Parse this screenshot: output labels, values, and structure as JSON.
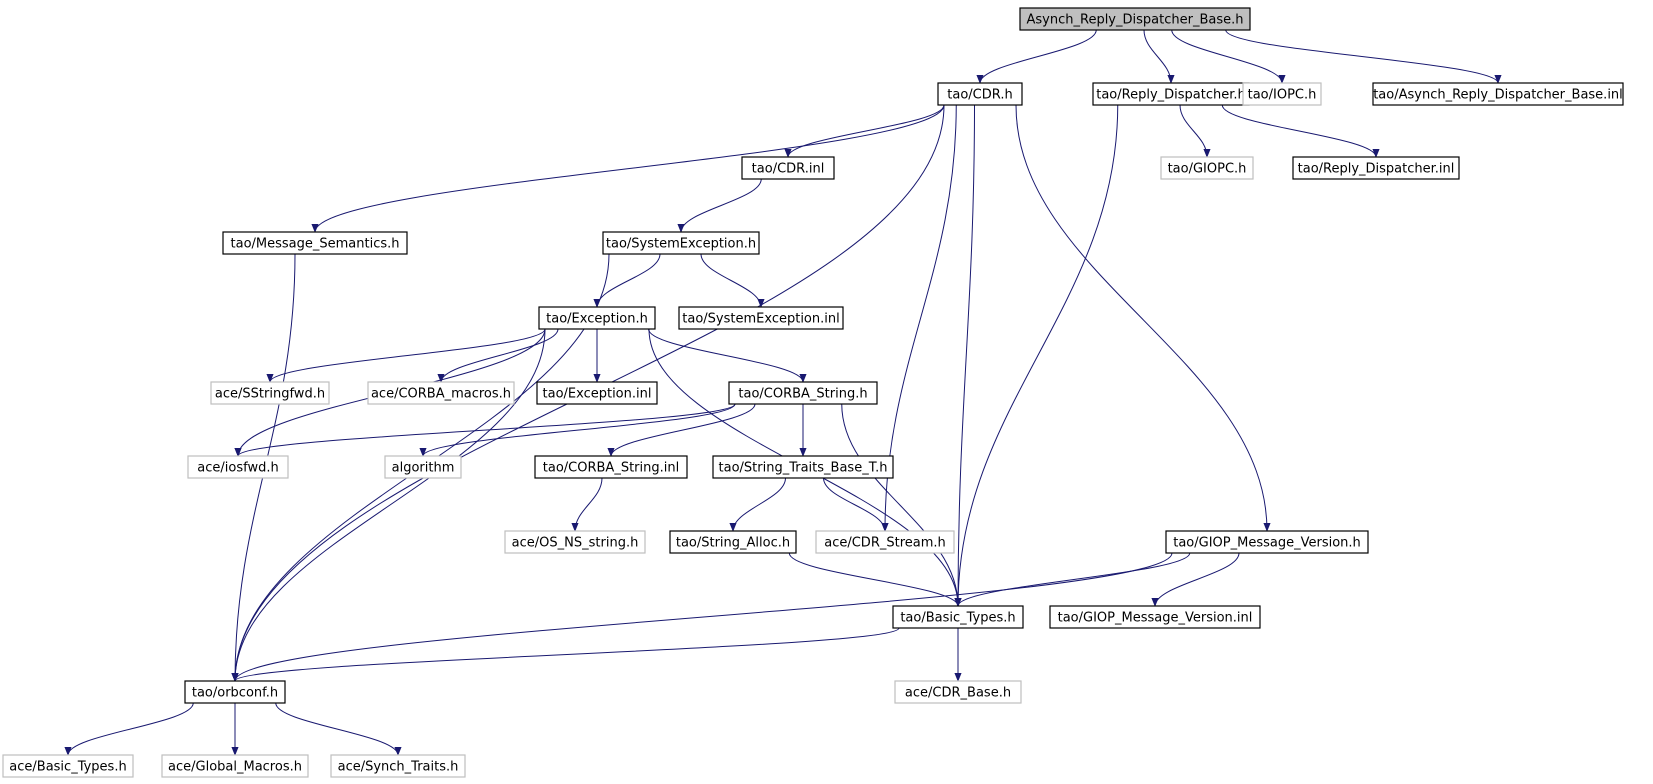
{
  "colors": {
    "edge": "#191970",
    "node_border": "#000000",
    "node_border_missing": "#bfbfbf",
    "root_fill": "#bfbfbf",
    "node_fill": "#ffffff",
    "text": "#000000"
  },
  "nodes": [
    {
      "id": "root",
      "label": "Asynch_Reply_Dispatcher_Base.h",
      "kind": "root"
    },
    {
      "id": "cdr_h",
      "label": "tao/CDR.h",
      "kind": "normal"
    },
    {
      "id": "reply_disp_h",
      "label": "tao/Reply_Dispatcher.h",
      "kind": "normal"
    },
    {
      "id": "iopc_h",
      "label": "tao/IOPC.h",
      "kind": "missing"
    },
    {
      "id": "asynch_inl",
      "label": "tao/Asynch_Reply_Dispatcher_Base.inl",
      "kind": "normal"
    },
    {
      "id": "giopc_h",
      "label": "tao/GIOPC.h",
      "kind": "missing"
    },
    {
      "id": "reply_disp_inl",
      "label": "tao/Reply_Dispatcher.inl",
      "kind": "normal"
    },
    {
      "id": "cdr_inl",
      "label": "tao/CDR.inl",
      "kind": "normal"
    },
    {
      "id": "msg_sem_h",
      "label": "tao/Message_Semantics.h",
      "kind": "normal"
    },
    {
      "id": "sysexc_h",
      "label": "tao/SystemException.h",
      "kind": "normal"
    },
    {
      "id": "exception_h",
      "label": "tao/Exception.h",
      "kind": "normal"
    },
    {
      "id": "sysexc_inl",
      "label": "tao/SystemException.inl",
      "kind": "normal"
    },
    {
      "id": "sstringfwd_h",
      "label": "ace/SStringfwd.h",
      "kind": "missing"
    },
    {
      "id": "corba_macros_h",
      "label": "ace/CORBA_macros.h",
      "kind": "missing"
    },
    {
      "id": "exception_inl",
      "label": "tao/Exception.inl",
      "kind": "normal"
    },
    {
      "id": "corba_string_h",
      "label": "tao/CORBA_String.h",
      "kind": "normal"
    },
    {
      "id": "iosfwd_h",
      "label": "ace/iosfwd.h",
      "kind": "missing"
    },
    {
      "id": "algorithm",
      "label": "algorithm",
      "kind": "missing"
    },
    {
      "id": "corba_string_inl",
      "label": "tao/CORBA_String.inl",
      "kind": "normal"
    },
    {
      "id": "string_traits_h",
      "label": "tao/String_Traits_Base_T.h",
      "kind": "normal"
    },
    {
      "id": "os_ns_string_h",
      "label": "ace/OS_NS_string.h",
      "kind": "missing"
    },
    {
      "id": "string_alloc_h",
      "label": "tao/String_Alloc.h",
      "kind": "normal"
    },
    {
      "id": "cdr_stream_h",
      "label": "ace/CDR_Stream.h",
      "kind": "missing"
    },
    {
      "id": "giop_ver_h",
      "label": "tao/GIOP_Message_Version.h",
      "kind": "normal"
    },
    {
      "id": "basic_types_h",
      "label": "tao/Basic_Types.h",
      "kind": "normal"
    },
    {
      "id": "giop_ver_inl",
      "label": "tao/GIOP_Message_Version.inl",
      "kind": "normal"
    },
    {
      "id": "orbconf_h",
      "label": "tao/orbconf.h",
      "kind": "normal"
    },
    {
      "id": "cdr_base_h",
      "label": "ace/CDR_Base.h",
      "kind": "missing"
    },
    {
      "id": "ace_basic_types_h",
      "label": "ace/Basic_Types.h",
      "kind": "missing"
    },
    {
      "id": "global_macros_h",
      "label": "ace/Global_Macros.h",
      "kind": "missing"
    },
    {
      "id": "synch_traits_h",
      "label": "ace/Synch_Traits.h",
      "kind": "missing"
    }
  ],
  "edges": [
    [
      "root",
      "cdr_h"
    ],
    [
      "root",
      "reply_disp_h"
    ],
    [
      "root",
      "iopc_h"
    ],
    [
      "root",
      "asynch_inl"
    ],
    [
      "cdr_h",
      "orbconf_h"
    ],
    [
      "cdr_h",
      "msg_sem_h"
    ],
    [
      "cdr_h",
      "cdr_inl"
    ],
    [
      "cdr_h",
      "cdr_stream_h"
    ],
    [
      "cdr_h",
      "basic_types_h"
    ],
    [
      "cdr_h",
      "giop_ver_h"
    ],
    [
      "reply_disp_h",
      "giopc_h"
    ],
    [
      "reply_disp_h",
      "reply_disp_inl"
    ],
    [
      "reply_disp_h",
      "basic_types_h"
    ],
    [
      "cdr_inl",
      "sysexc_h"
    ],
    [
      "msg_sem_h",
      "orbconf_h"
    ],
    [
      "sysexc_h",
      "exception_h"
    ],
    [
      "sysexc_h",
      "sysexc_inl"
    ],
    [
      "sysexc_h",
      "orbconf_h"
    ],
    [
      "exception_h",
      "iosfwd_h"
    ],
    [
      "exception_h",
      "sstringfwd_h"
    ],
    [
      "exception_h",
      "corba_macros_h"
    ],
    [
      "exception_h",
      "exception_inl"
    ],
    [
      "exception_h",
      "corba_string_h"
    ],
    [
      "exception_h",
      "basic_types_h"
    ],
    [
      "exception_h",
      "orbconf_h"
    ],
    [
      "corba_string_h",
      "iosfwd_h"
    ],
    [
      "corba_string_h",
      "algorithm"
    ],
    [
      "corba_string_h",
      "corba_string_inl"
    ],
    [
      "corba_string_h",
      "string_traits_h"
    ],
    [
      "corba_string_h",
      "basic_types_h"
    ],
    [
      "corba_string_inl",
      "os_ns_string_h"
    ],
    [
      "string_traits_h",
      "string_alloc_h"
    ],
    [
      "string_traits_h",
      "cdr_stream_h"
    ],
    [
      "string_alloc_h",
      "basic_types_h"
    ],
    [
      "giop_ver_h",
      "basic_types_h"
    ],
    [
      "giop_ver_h",
      "giop_ver_inl"
    ],
    [
      "giop_ver_h",
      "orbconf_h"
    ],
    [
      "basic_types_h",
      "orbconf_h"
    ],
    [
      "basic_types_h",
      "cdr_base_h"
    ],
    [
      "orbconf_h",
      "ace_basic_types_h"
    ],
    [
      "orbconf_h",
      "global_macros_h"
    ],
    [
      "orbconf_h",
      "synch_traits_h"
    ]
  ]
}
